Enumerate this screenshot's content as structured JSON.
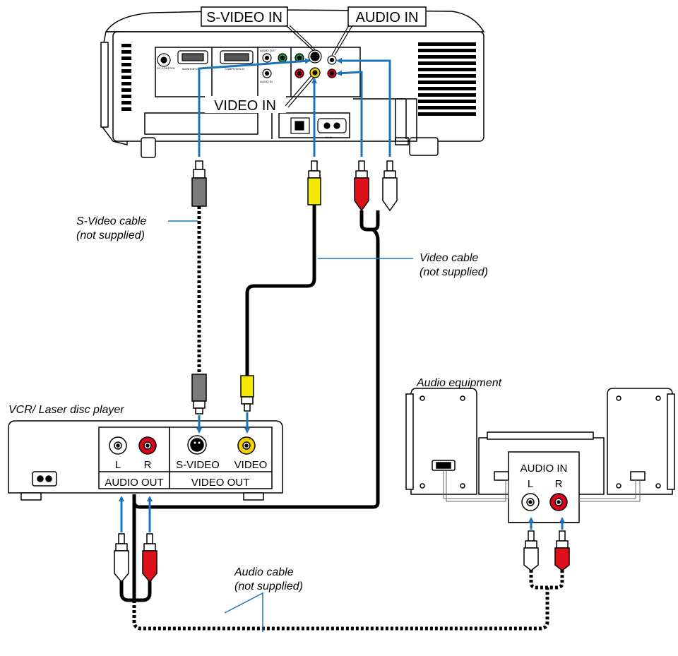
{
  "labels": {
    "svideo_in": "S-VIDEO IN",
    "audio_in": "AUDIO IN",
    "video_in": "VIDEO IN",
    "vcr_l": "L",
    "vcr_r": "R",
    "vcr_svideo": "S-VIDEO",
    "vcr_video": "VIDEO",
    "vcr_audio_out": "AUDIO OUT",
    "vcr_video_out": "VIDEO OUT",
    "amp_audio_in": "AUDIO IN",
    "amp_l": "L",
    "amp_r": "R"
  },
  "captions": {
    "svideo_cable_1": "S-Video cable",
    "svideo_cable_2": "(not supplied)",
    "video_cable_1": "Video cable",
    "video_cable_2": "(not supplied)",
    "audio_cable_1": "Audio cable",
    "audio_cable_2": "(not supplied)",
    "vcr": "VCR/ Laser disc player",
    "audio_equipment": "Audio equipment"
  },
  "panel_labels": {
    "pc_control": "PC CONTROL",
    "monitor_out": "MONITOR OUT",
    "computer_in": "COMPUTER IN",
    "audio_out": "AUDIO OUT",
    "audio_in": "AUDIO IN",
    "ac_in": "AC IN ~"
  },
  "colors": {
    "arrow": "#1a74b8",
    "plug_yellow": "#f5e800",
    "plug_red": "#e0101a",
    "plug_white": "#ffffff",
    "plug_gray": "#7a7a7a",
    "jack_red": "#d8001c",
    "jack_yellow": "#f0d000",
    "jack_green": "#1c8a3c"
  }
}
